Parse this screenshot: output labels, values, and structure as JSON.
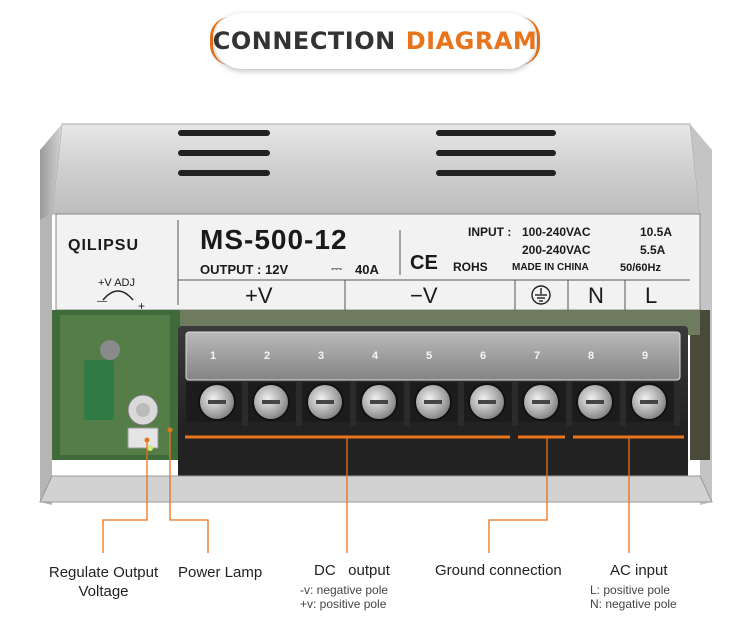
{
  "header": {
    "title_part1": "CONNECTION",
    "title_part2": "DIAGRAM",
    "accent_color": "#e8741c"
  },
  "plate": {
    "brand": "QILIPSU",
    "model": "MS-500-12",
    "output_label": "OUTPUT : 12V",
    "output_current": "40A",
    "input_label": "INPUT :",
    "input_range_1": "100-240VAC",
    "input_current_1": "10.5A",
    "input_range_2": "200-240VAC",
    "input_current_2": "5.5A",
    "cert_ce": "CE",
    "cert_rohs": "ROHS",
    "made_in": "MADE IN CHINA",
    "frequency": "50/60Hz",
    "adj_label": "+V ADJ",
    "adj_minus": "—",
    "adj_plus": "+",
    "terminal_plus_v": "+V",
    "terminal_minus_v": "−V",
    "terminal_n": "N",
    "terminal_l": "L",
    "ground_symbol": "ground-icon"
  },
  "terminals": [
    "1",
    "2",
    "3",
    "4",
    "5",
    "6",
    "7",
    "8",
    "9"
  ],
  "callouts": {
    "regulate": "Regulate Output",
    "regulate_2": "Voltage",
    "power_lamp": "Power Lamp",
    "dc_output": "DC   output",
    "dc_neg": "-v: negative pole",
    "dc_pos": "+v: positive pole",
    "ground": "Ground connection",
    "ac_input": "AC input",
    "ac_l": "L: positive pole",
    "ac_n": "N: negative pole"
  }
}
